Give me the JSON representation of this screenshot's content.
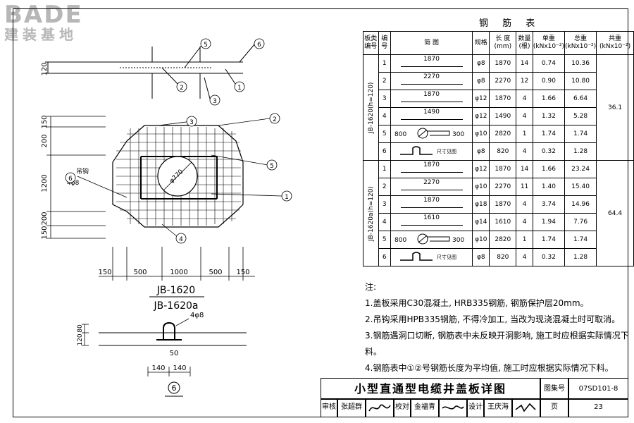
{
  "logo": {
    "main": "BADE",
    "sub": "建装基地"
  },
  "table": {
    "title": "钢 筋 表",
    "headers": {
      "plate_no": "板类编号",
      "no": "编号",
      "sketch": "简 图",
      "spec": "规格",
      "length": "长 度",
      "length_unit": "(mm)",
      "count": "数量",
      "count_unit": "(根)",
      "unit_weight": "单重",
      "unit_weight_unit": "(kNx10⁻²)",
      "total_weight": "总重",
      "total_weight_unit": "(kNx10⁻²)",
      "sum_weight": "共重",
      "sum_weight_unit": "(kNx10⁻²)"
    },
    "group1": {
      "label": "JB-1620(h=120)",
      "sum": "36.1",
      "rows": [
        {
          "no": "1",
          "sketch": "1870",
          "spec": "φ8",
          "length": "1870",
          "count": "14",
          "unit": "0.74",
          "total": "10.36"
        },
        {
          "no": "2",
          "sketch": "2270",
          "spec": "φ8",
          "length": "2270",
          "count": "12",
          "unit": "0.90",
          "total": "10.80"
        },
        {
          "no": "3",
          "sketch": "1870",
          "spec": "φ12",
          "length": "1870",
          "count": "4",
          "unit": "1.66",
          "total": "6.64"
        },
        {
          "no": "4",
          "sketch": "1490",
          "spec": "φ12",
          "length": "1490",
          "count": "4",
          "unit": "1.32",
          "total": "5.28"
        },
        {
          "no": "5",
          "sketch_a": "800",
          "sketch_b": "300",
          "spec": "φ10",
          "length": "2820",
          "count": "1",
          "unit": "1.74",
          "total": "1.74"
        },
        {
          "no": "6",
          "sketch_note": "尺寸见图",
          "spec": "φ8",
          "length": "820",
          "count": "4",
          "unit": "0.32",
          "total": "1.28"
        }
      ]
    },
    "group2": {
      "label": "JB-1620a(h=120)",
      "sum": "64.4",
      "rows": [
        {
          "no": "1",
          "sketch": "1870",
          "spec": "φ12",
          "length": "1870",
          "count": "14",
          "unit": "1.66",
          "total": "23.24"
        },
        {
          "no": "2",
          "sketch": "2270",
          "spec": "φ10",
          "length": "2270",
          "count": "11",
          "unit": "1.40",
          "total": "15.40"
        },
        {
          "no": "3",
          "sketch": "1870",
          "spec": "φ18",
          "length": "1870",
          "count": "4",
          "unit": "3.74",
          "total": "14.96"
        },
        {
          "no": "4",
          "sketch": "1610",
          "spec": "φ14",
          "length": "1610",
          "count": "4",
          "unit": "1.94",
          "total": "7.76"
        },
        {
          "no": "5",
          "sketch_a": "800",
          "sketch_b": "300",
          "spec": "φ10",
          "length": "2820",
          "count": "1",
          "unit": "1.74",
          "total": "1.74"
        },
        {
          "no": "6",
          "sketch_note": "尺寸见图",
          "spec": "φ8",
          "length": "820",
          "count": "4",
          "unit": "0.32",
          "total": "1.28"
        }
      ]
    }
  },
  "notes": {
    "heading": "注:",
    "items": [
      "1.盖板采用C30混凝土, HRB335钢筋, 钢筋保护层20mm。",
      "2.吊钩采用HPB335钢筋, 不得冷加工, 当改为现浇混凝土时可取消。",
      "3.钢筋遇洞口切断, 钢筋表中未反映开洞影响, 施工时应根据实际情况下料。",
      "4.钢筋表中①②号钢筋长度为平均值, 施工时应根据实际情况下料。"
    ]
  },
  "drawing": {
    "section_dim": "120",
    "left_dims": [
      "150",
      "200",
      "1200",
      "200",
      "150"
    ],
    "bottom_dims": [
      "150",
      "500",
      "1000",
      "500",
      "150"
    ],
    "hole_label": "φ770",
    "hook_label": "吊钩",
    "hook_spec": "4φ8",
    "plan_name_1": "JB-1620",
    "plan_name_2": "JB-1620a",
    "callouts": [
      "1",
      "2",
      "3",
      "4",
      "5",
      "6"
    ],
    "detail_spec": "4φ8",
    "detail_dims_v": [
      "80",
      "120"
    ],
    "detail_dim_50": "50",
    "detail_dims_h": [
      "140",
      "140"
    ],
    "detail_label": "6"
  },
  "title_block": {
    "title": "小型直通型电缆井盖板详图",
    "atlas_label": "图集号",
    "atlas_no": "07SD101-8",
    "review_label": "审核",
    "reviewer": "张超群",
    "check_label": "校对",
    "checker": "金福青",
    "design_label": "设计",
    "designer": "王庆海",
    "page_label": "页",
    "page_no": "23"
  }
}
